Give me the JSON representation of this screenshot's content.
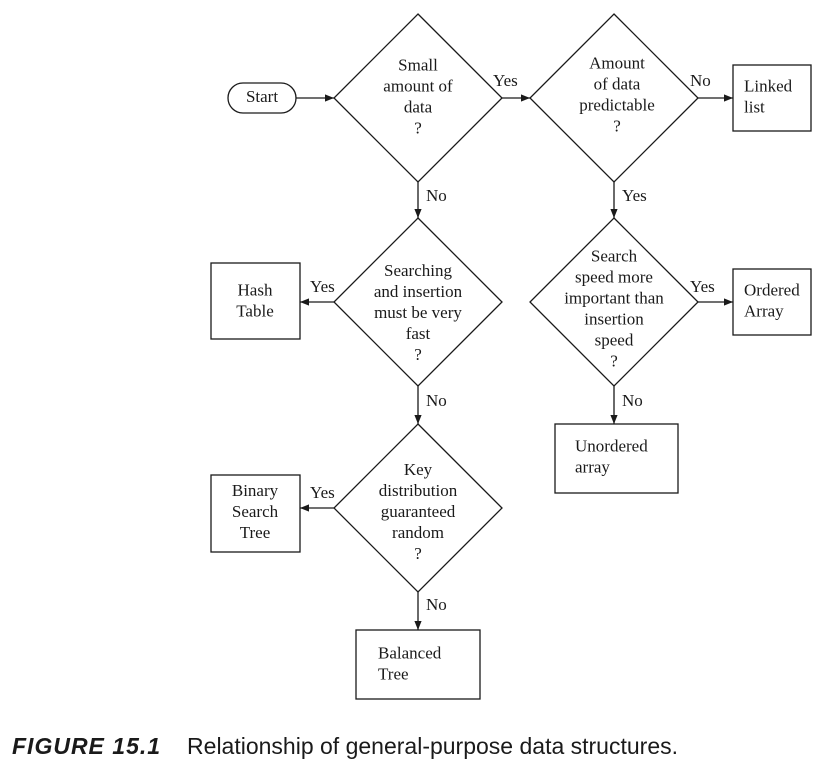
{
  "nodes": {
    "start": {
      "lines": [
        "Start"
      ]
    },
    "q_small": {
      "lines": [
        "Small",
        "amount of",
        "data",
        "?"
      ]
    },
    "q_predictable": {
      "lines": [
        "Amount",
        "of data",
        "predictable",
        "?"
      ]
    },
    "linked_list": {
      "lines": [
        "Linked",
        "list"
      ]
    },
    "q_search_fast": {
      "lines": [
        "Searching",
        "and insertion",
        "must be very",
        "fast",
        "?"
      ]
    },
    "hash_table": {
      "lines": [
        "Hash",
        "Table"
      ]
    },
    "q_search_speed": {
      "lines": [
        "Search",
        "speed more",
        "important than",
        "insertion",
        "speed",
        "?"
      ]
    },
    "ordered_array": {
      "lines": [
        "Ordered",
        "Array"
      ]
    },
    "unordered_array": {
      "lines": [
        "Unordered",
        "array"
      ]
    },
    "q_key_random": {
      "lines": [
        "Key",
        "distribution",
        "guaranteed",
        "random",
        "?"
      ]
    },
    "binary_search_tree": {
      "lines": [
        "Binary",
        "Search",
        "Tree"
      ]
    },
    "balanced_tree": {
      "lines": [
        "Balanced",
        "Tree"
      ]
    }
  },
  "edges": [
    {
      "from": "start",
      "to": "q_small",
      "label": ""
    },
    {
      "from": "q_small",
      "to": "q_predictable",
      "label": "Yes"
    },
    {
      "from": "q_predictable",
      "to": "linked_list",
      "label": "No"
    },
    {
      "from": "q_small",
      "to": "q_search_fast",
      "label": "No"
    },
    {
      "from": "q_predictable",
      "to": "q_search_speed",
      "label": "Yes"
    },
    {
      "from": "q_search_fast",
      "to": "hash_table",
      "label": "Yes"
    },
    {
      "from": "q_search_speed",
      "to": "ordered_array",
      "label": "Yes"
    },
    {
      "from": "q_search_fast",
      "to": "q_key_random",
      "label": "No"
    },
    {
      "from": "q_search_speed",
      "to": "unordered_array",
      "label": "No"
    },
    {
      "from": "q_key_random",
      "to": "binary_search_tree",
      "label": "Yes"
    },
    {
      "from": "q_key_random",
      "to": "balanced_tree",
      "label": "No"
    }
  ],
  "caption": {
    "figure": "FIGURE 15.1",
    "text": "Relationship of general-purpose data structures."
  }
}
